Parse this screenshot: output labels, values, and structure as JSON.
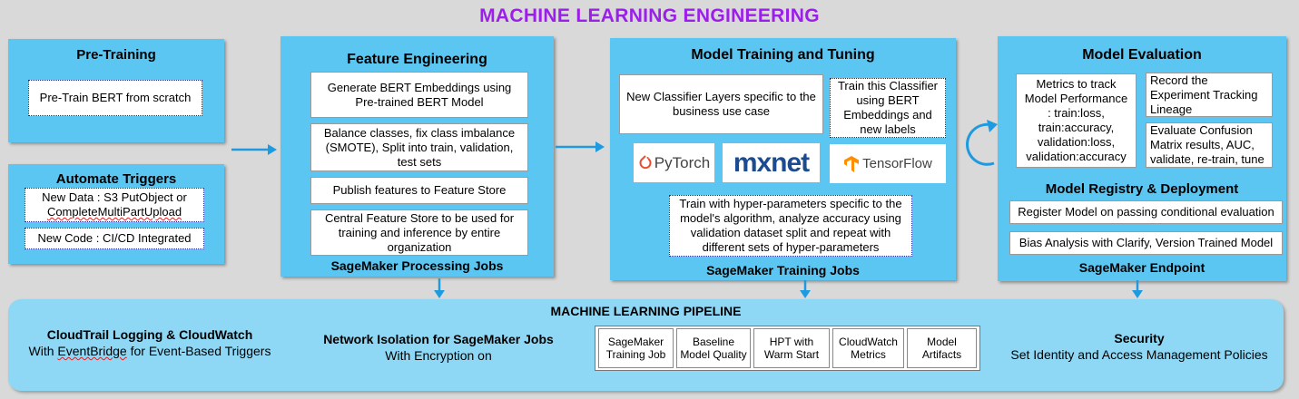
{
  "title": "MACHINE LEARNING ENGINEERING",
  "pretraining": {
    "title": "Pre-Training",
    "box": "Pre-Train BERT from scratch"
  },
  "triggers": {
    "title": "Automate Triggers",
    "data_line1": "New Data : S3 PutObject or",
    "data_line2": "CompleteMultiPartUpload",
    "code": "New Code : CI/CD Integrated"
  },
  "feature_engineering": {
    "title": "Feature Engineering",
    "items": [
      "Generate BERT Embeddings using Pre-trained BERT Model",
      "Balance classes, fix class imbalance (SMOTE), Split into train, validation, test sets",
      "Publish features to Feature Store",
      "Central Feature Store to be used for training and inference by entire organization"
    ],
    "footer": "SageMaker Processing Jobs"
  },
  "model_training": {
    "title": "Model Training and Tuning",
    "classifier_layers": "New Classifier Layers specific to the business use case",
    "train_classifier": "Train this Classifier using BERT Embeddings and new labels",
    "frameworks": [
      "PyTorch",
      "mxnet",
      "TensorFlow"
    ],
    "hyperparams": "Train with hyper-parameters specific to the model's algorithm, analyze accuracy using validation dataset split and repeat with different sets of hyper-parameters",
    "footer": "SageMaker Training Jobs"
  },
  "model_evaluation": {
    "title": "Model Evaluation",
    "metrics": "Metrics to track Model Performance : train:loss, train:accuracy, validation:loss, validation:accuracy",
    "record": "Record the Experiment Tracking Lineage",
    "evaluate": "Evaluate Confusion Matrix results, AUC, validate, re-train, tune",
    "registry_title": "Model Registry & Deployment",
    "register": "Register Model on passing conditional evaluation",
    "bias": "Bias Analysis with Clarify, Version Trained Model",
    "footer": "SageMaker Endpoint"
  },
  "pipeline": {
    "title": "MACHINE LEARNING PIPELINE",
    "cloudtrail_title": "CloudTrail Logging & CloudWatch",
    "cloudtrail_pre": "With ",
    "cloudtrail_word": "EventBridge",
    "cloudtrail_post": " for Event-Based Triggers",
    "network_title": "Network Isolation for SageMaker Jobs",
    "network_sub": "With Encryption on",
    "steps": [
      "SageMaker Training Job",
      "Baseline Model Quality",
      "HPT with Warm Start",
      "CloudWatch Metrics",
      "Model Artifacts"
    ],
    "security_title": "Security",
    "security_sub": "Set Identity and Access Management Policies"
  },
  "colors": {
    "title": "#9b1fe8",
    "panel": "#5cc6f2",
    "pipeline": "#8fd8f5",
    "arrow": "#1e9be0",
    "background": "#d9d9d9"
  }
}
